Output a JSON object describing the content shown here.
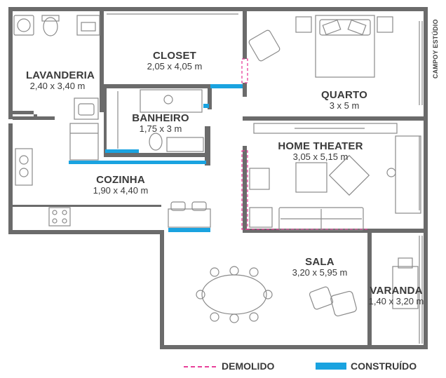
{
  "rooms": {
    "lavanderia": {
      "name": "LAVANDERIA",
      "dims": "2,40 x 3,40 m"
    },
    "closet": {
      "name": "CLOSET",
      "dims": "2,05 x 4,05 m"
    },
    "quarto": {
      "name": "QUARTO",
      "dims": "3 x 5 m"
    },
    "banheiro": {
      "name": "BANHEIRO",
      "dims": "1,75 x 3 m"
    },
    "home_theater": {
      "name": "HOME THEATER",
      "dims": "3,05 x 5,15 m"
    },
    "cozinha": {
      "name": "COZINHA",
      "dims": "1,90 x 4,40 m"
    },
    "sala": {
      "name": "SALA",
      "dims": "3,20 x 5,95 m"
    },
    "varanda": {
      "name": "VARANDA",
      "dims": "1,40 x 3,20 m"
    }
  },
  "credit": "CAMPOY ESTÚDIO",
  "legend": {
    "demolido": {
      "label": "DEMOLIDO",
      "color": "#e8409a"
    },
    "construido": {
      "label": "CONSTRUÍDO",
      "color": "#1aa3e0"
    }
  },
  "colors": {
    "wall": "#6b6b6b",
    "fixture": "#8a8a8a"
  }
}
